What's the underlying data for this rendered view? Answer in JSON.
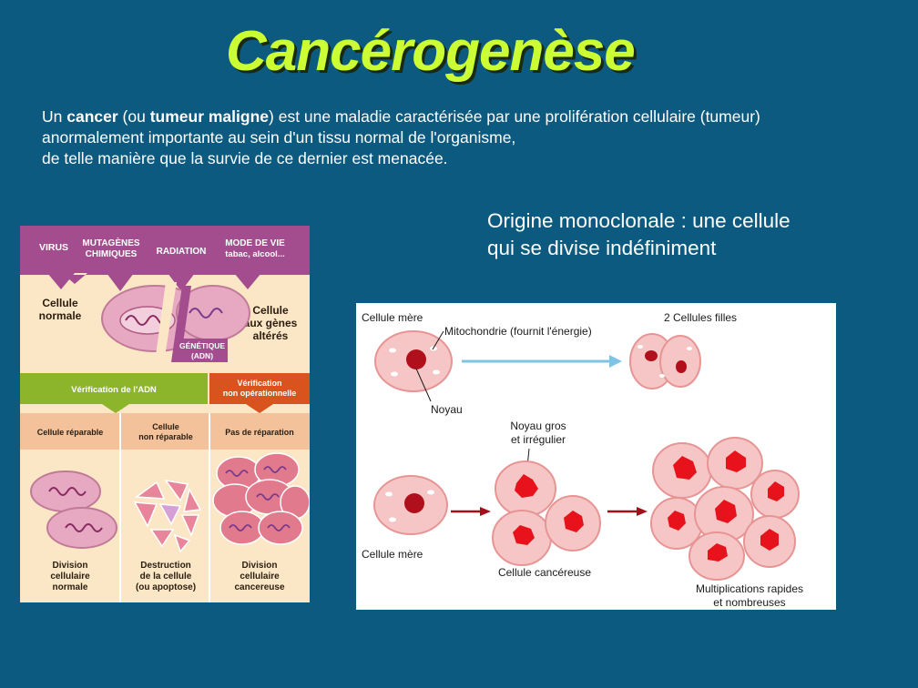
{
  "slide": {
    "title": "Cancérogenèse",
    "intro": {
      "p1": "Un ",
      "b1": "cancer",
      "p2": " (ou ",
      "b2": "tumeur maligne",
      "p3": ") est une maladie caractérisée par une prolifération cellulaire (tumeur)",
      "line2": "anormalement importante au sein d'un tissu normal de l'organisme,",
      "line3": "de telle manière que la survie de ce dernier est menacée."
    },
    "subtitle": {
      "line1": "Origine monoclonale : une cellule",
      "line2": "qui se divise indéfiniment"
    }
  },
  "left_diagram": {
    "factors": {
      "virus": "VIRUS",
      "mutagenes_1": "MUTAGÈNES",
      "mutagenes_2": "CHIMIQUES",
      "radiation": "RADIATION",
      "mode_vie_1": "MODE DE VIE",
      "mode_vie_2": "tabac, alcool..."
    },
    "cellule_normale_1": "Cellule",
    "cellule_normale_2": "normale",
    "cellule_alteree_1": "Cellule",
    "cellule_alteree_2": "aux gènes",
    "cellule_alteree_3": "altérés",
    "genetique_1": "GÉNÉTIQUE",
    "genetique_2": "(ADN)",
    "verification_adn": "Vérification de l'ADN",
    "verification_non_op_1": "Vérification",
    "verification_non_op_2": "non opérationnelle",
    "col1_header": "Cellule réparable",
    "col2_header_1": "Cellule",
    "col2_header_2": "non réparable",
    "col3_header": "Pas de réparation",
    "col1_footer_1": "Division",
    "col1_footer_2": "cellulaire",
    "col1_footer_3": "normale",
    "col2_footer_1": "Destruction",
    "col2_footer_2": "de la cellule",
    "col2_footer_3": "(ou apoptose)",
    "col3_footer_1": "Division",
    "col3_footer_2": "cellulaire",
    "col3_footer_3": "cancereuse",
    "colors": {
      "header_purple": "#a34d8e",
      "green": "#8db52c",
      "orange": "#d9531e",
      "peach": "#f3c29a",
      "cream": "#fbe7c6",
      "cell_pink": "#e7a9c2"
    }
  },
  "right_diagram": {
    "cellule_mere_top": "Cellule mère",
    "mitochondrie": "Mitochondrie (fournit l'énergie)",
    "noyau": "Noyau",
    "cellules_filles": "2 Cellules filles",
    "noyau_gros_1": "Noyau gros",
    "noyau_gros_2": "et irrégulier",
    "cellule_mere_bottom": "Cellule mère",
    "cellule_cancereuse": "Cellule cancéreuse",
    "multiplications_1": "Multiplications rapides",
    "multiplications_2": "et nombreuses",
    "colors": {
      "cell_fill": "#f6c6c6",
      "cell_edge": "#e79494",
      "nucleus": "#b0101c",
      "cancer_nucleus": "#e8121c",
      "arrow_blue": "#7fc4e6",
      "arrow_red": "#a4101a"
    }
  }
}
